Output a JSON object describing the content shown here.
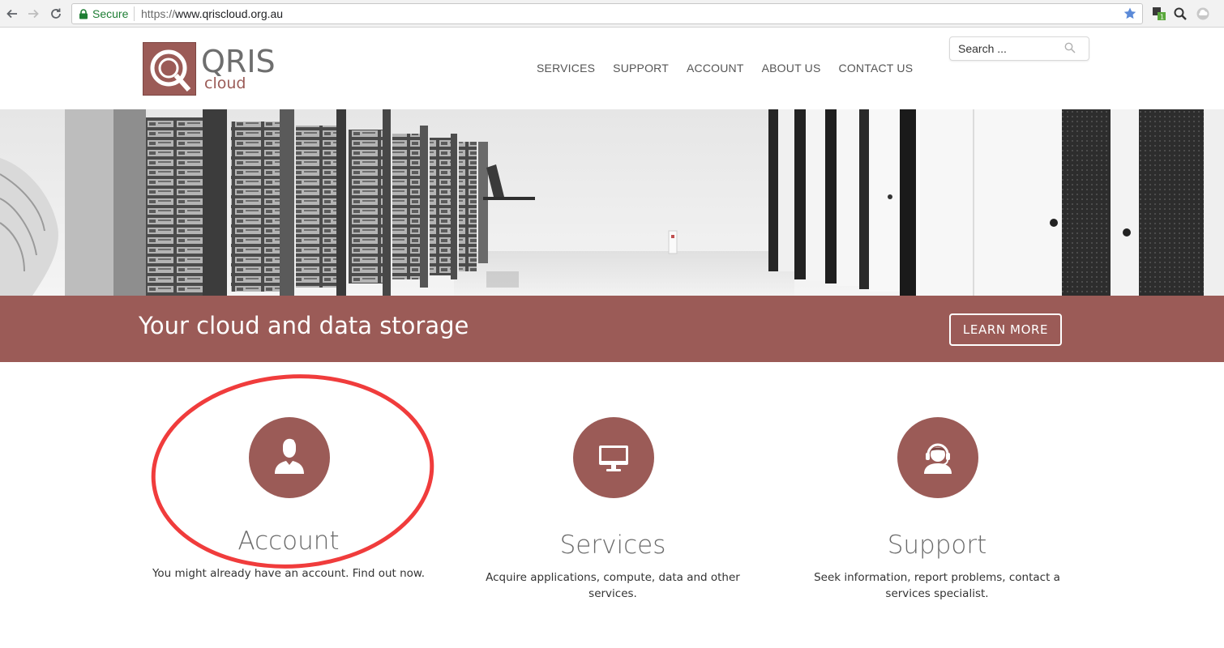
{
  "browser": {
    "secure_label": "Secure",
    "url_scheme": "https://",
    "url_host": "www.qriscloud.org.au"
  },
  "logo": {
    "wordmark": "QRIS",
    "subword": "cloud"
  },
  "nav": {
    "items": [
      "SERVICES",
      "SUPPORT",
      "ACCOUNT",
      "ABOUT US",
      "CONTACT US"
    ]
  },
  "search": {
    "placeholder": "Search ..."
  },
  "banner": {
    "title": "Your cloud and data storage",
    "button_label": "LEARN MORE"
  },
  "features": [
    {
      "title": "Account",
      "description": "You might already have an account. Find out now.",
      "icon": "user-icon"
    },
    {
      "title": "Services",
      "description": "Acquire applications, compute, data and other services.",
      "icon": "monitor-icon"
    },
    {
      "title": "Support",
      "description": "Seek information, report problems, contact a services specialist.",
      "icon": "headset-icon"
    }
  ],
  "colors": {
    "brand": "#9b5b57",
    "annotation": "#f03c3c"
  }
}
